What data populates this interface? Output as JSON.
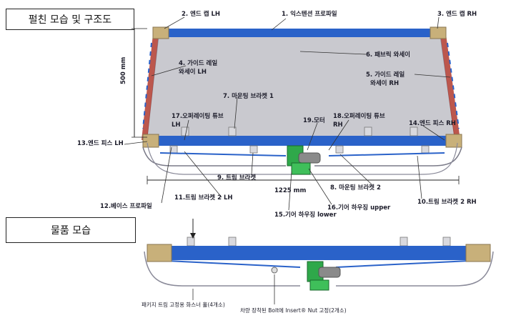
{
  "sections": {
    "structure_title": "펄친 모습 및 구조도",
    "product_title": "물품 모습"
  },
  "dimensions": {
    "height": "500 mm",
    "width": "1225 mm"
  },
  "labels": {
    "l1": "1. 익스텐션 프로파일",
    "l2": "2. 엔드 캡 LH",
    "l3": "3. 엔드 캡 RH",
    "l4a": "4. 가이드 레일",
    "l4b": "와세이 LH",
    "l5a": "5. 가이드 레일",
    "l5b": "와세이 RH",
    "l6": "6. 패브릭 와세이",
    "l7": "7. 마운팅 브라켓 1",
    "l8": "8. 마운팅 브라켓 2",
    "l9": "9. 트림 브라켓",
    "l10": "10.트림 브라켓 2 RH",
    "l11": "11.트림 브라켓 2 LH",
    "l12": "12.베이스 프로파일",
    "l13": "13.엔드 피스 LH",
    "l14": "14.엔드 피스 RH",
    "l15": "15.기어 하우징 lower",
    "l16": "16.기어 하우징 upper",
    "l17a": "17.오퍼레이팅 튜브",
    "l17b": "LH",
    "l18a": "18.오퍼레이팅 튜브",
    "l18b": "RH",
    "l19": "19.모터"
  },
  "notes": {
    "fastener": "패키지 트림 고정용 화스너 홀(4개소)",
    "bolt": "차량 장착된 Bolt에 Insert® Nut 고정(2개소)"
  },
  "colors": {
    "profile_blue": "#2a62c9",
    "end_cap": "#c8b07a",
    "guide_rail": "#c0392b",
    "fabric": "#c9c9cf",
    "motor_green": "#2fa84a",
    "motor_gray": "#8a8a8a"
  }
}
